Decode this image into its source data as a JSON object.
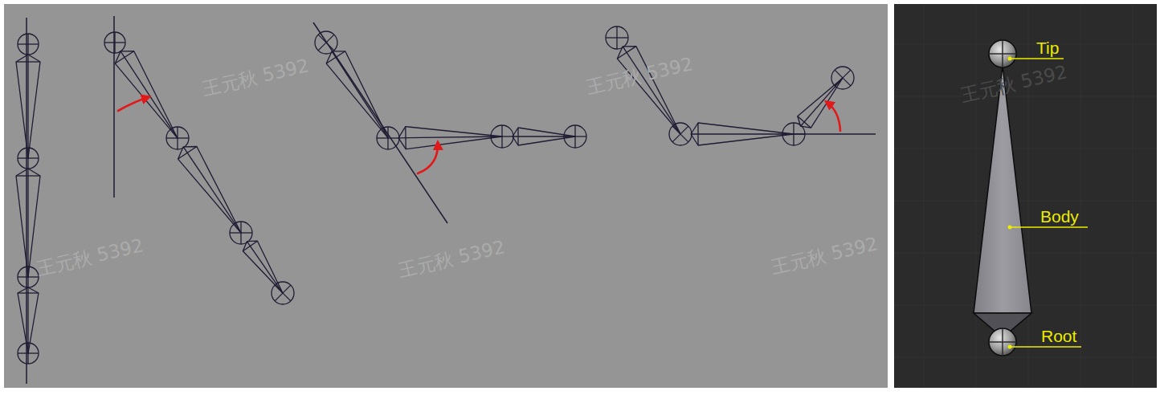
{
  "diagram": {
    "labels": [
      "王元秋 5392",
      "王元秋 5392",
      "王元秋 5392",
      "王元秋 5392",
      "王元秋 5392",
      "王元秋 5392",
      "Tip",
      "Body",
      "Root"
    ]
  }
}
